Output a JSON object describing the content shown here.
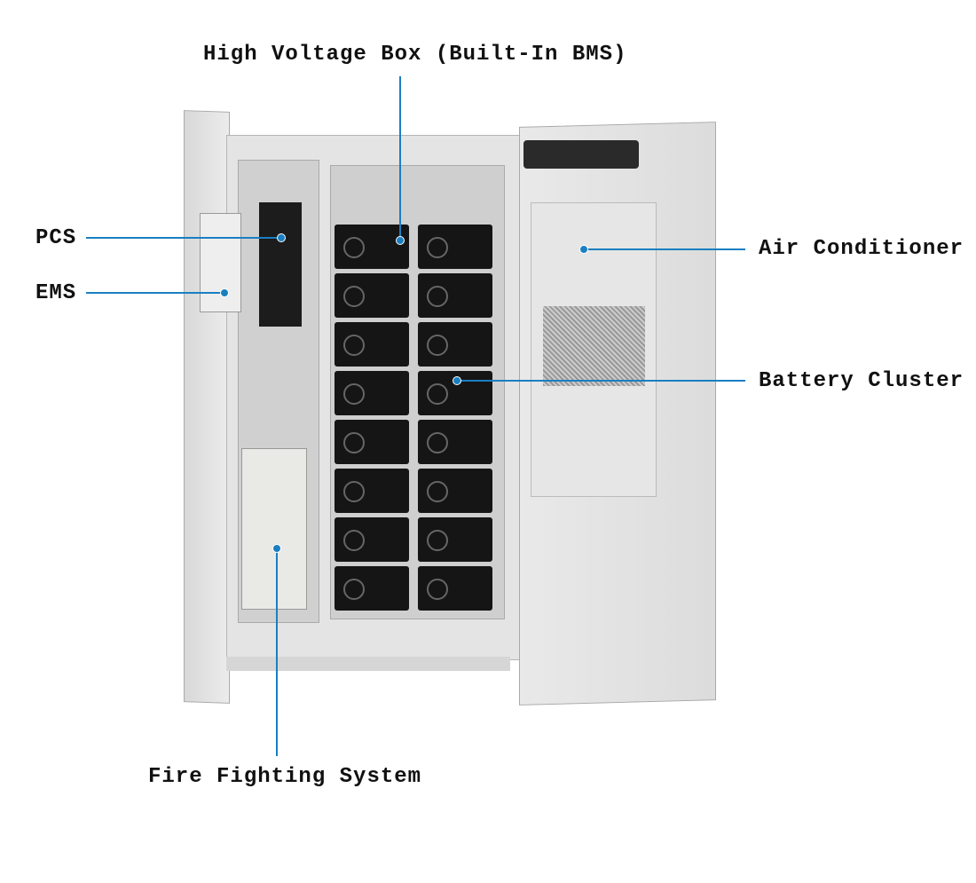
{
  "labels": {
    "hv_box": "High Voltage Box (Built-In BMS)",
    "pcs": "PCS",
    "ems": "EMS",
    "air_conditioner": "Air Conditioner",
    "battery_cluster": "Battery Cluster",
    "fire_fighting": "Fire Fighting System"
  },
  "colors": {
    "leader_line": "#1a7fc1"
  }
}
